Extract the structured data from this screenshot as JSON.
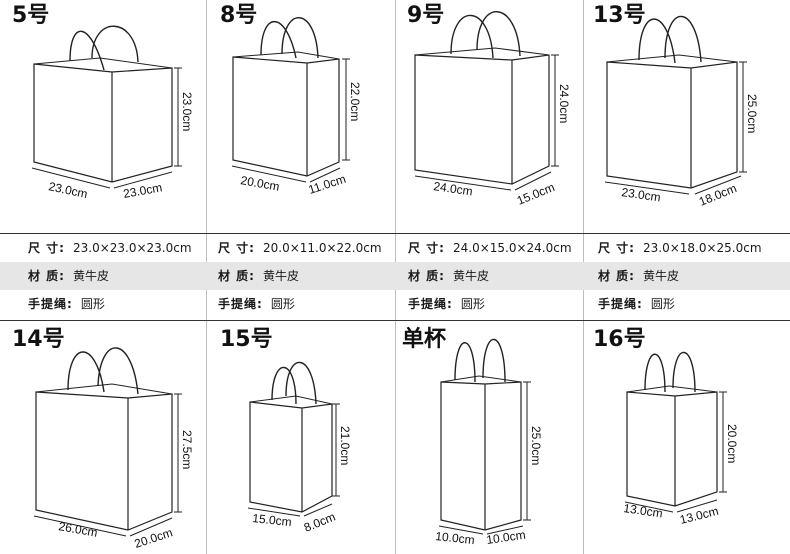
{
  "bags_top": [
    {
      "name": "5号",
      "width": "23.0cm",
      "depth": "23.0cm",
      "height": "23.0cm"
    },
    {
      "name": "8号",
      "width": "20.0cm",
      "depth": "11.0cm",
      "height": "22.0cm"
    },
    {
      "name": "9号",
      "width": "24.0cm",
      "depth": "15.0cm",
      "height": "24.0cm"
    },
    {
      "name": "13号",
      "width": "23.0cm",
      "depth": "18.0cm",
      "height": "25.0cm"
    }
  ],
  "specs": [
    {
      "size_label": "尺  寸:",
      "size": "23.0×23.0×23.0cm",
      "material_label": "材  质:",
      "material": "黄牛皮",
      "handle_label": "手提绳:",
      "handle": "圆形"
    },
    {
      "size_label": "尺  寸:",
      "size": "20.0×11.0×22.0cm",
      "material_label": "材  质:",
      "material": "黄牛皮",
      "handle_label": "手提绳:",
      "handle": "圆形"
    },
    {
      "size_label": "尺  寸:",
      "size": "24.0×15.0×24.0cm",
      "material_label": "材  质:",
      "material": "黄牛皮",
      "handle_label": "手提绳:",
      "handle": "圆形"
    },
    {
      "size_label": "尺  寸:",
      "size": "23.0×18.0×25.0cm",
      "material_label": "材  质:",
      "material": "黄牛皮",
      "handle_label": "手提绳:",
      "handle": "圆形"
    }
  ],
  "bags_bottom": [
    {
      "name": "14号",
      "width": "26.0cm",
      "depth": "20.0cm",
      "height": "27.5cm"
    },
    {
      "name": "15号",
      "width": "15.0cm",
      "depth": "8.0cm",
      "height": "21.0cm"
    },
    {
      "name": "单杯",
      "width": "10.0cm",
      "depth": "10.0cm",
      "height": "25.0cm"
    },
    {
      "name": "16号",
      "width": "13.0cm",
      "depth": "13.0cm",
      "height": "20.0cm"
    }
  ]
}
